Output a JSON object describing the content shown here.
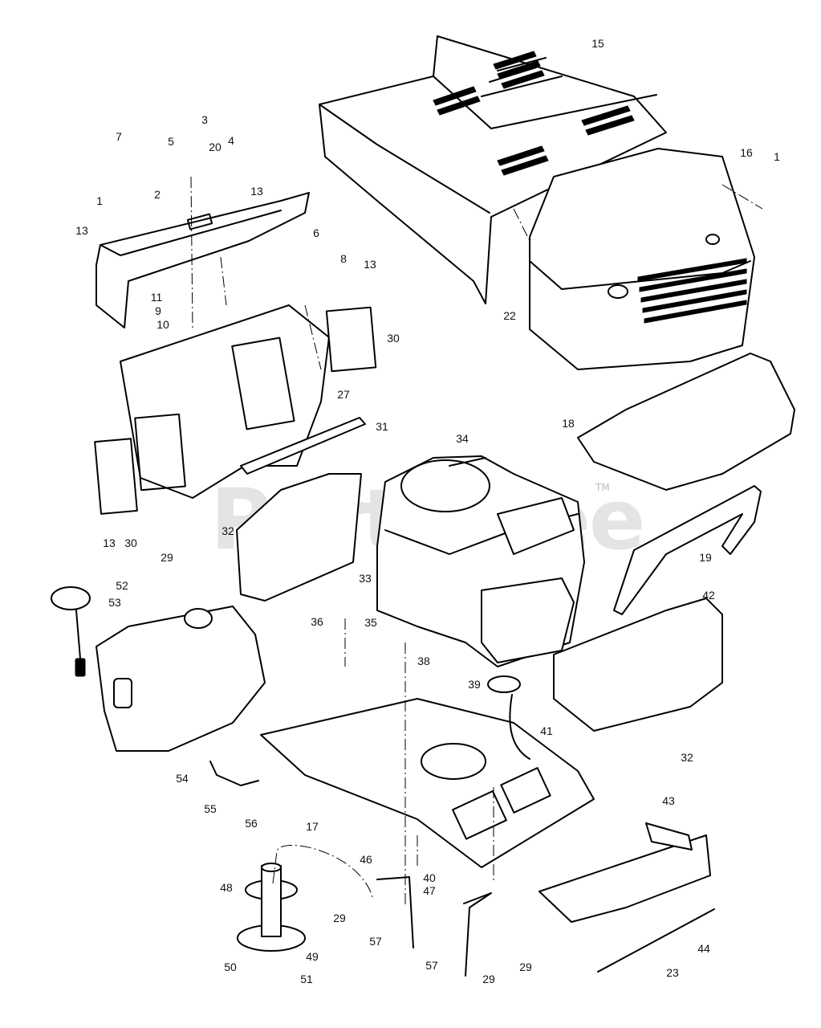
{
  "watermark": {
    "text": "PartsTree",
    "tm": "TM"
  },
  "callouts": [
    "15",
    "16",
    "1",
    "7",
    "5",
    "3",
    "20",
    "4",
    "1",
    "2",
    "13",
    "13",
    "6",
    "8",
    "13",
    "11",
    "9",
    "10",
    "30",
    "27",
    "31",
    "22",
    "18",
    "34",
    "19",
    "42",
    "13",
    "30",
    "29",
    "32",
    "33",
    "52",
    "53",
    "35",
    "36",
    "38",
    "39",
    "41",
    "32",
    "54",
    "55",
    "56",
    "17",
    "43",
    "46",
    "40",
    "47",
    "48",
    "29",
    "57",
    "44",
    "49",
    "50",
    "51",
    "57",
    "29",
    "29",
    "23"
  ]
}
